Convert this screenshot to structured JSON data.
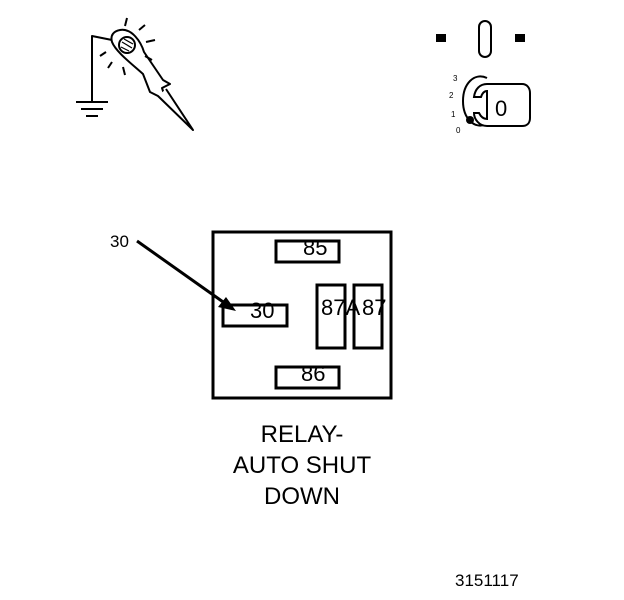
{
  "relay": {
    "terminals": {
      "t85": "85",
      "t30": "30",
      "t87a": "87A",
      "t87": "87",
      "t86": "86"
    },
    "callout_label": "30"
  },
  "ignition_key": {
    "positions": [
      "3",
      "2",
      "1",
      "0"
    ],
    "key_label": "0"
  },
  "caption": {
    "line1": "RELAY-",
    "line2": "AUTO SHUT",
    "line3": "DOWN"
  },
  "figure_number": "3151117",
  "icons": {
    "test_light": "test-light-probe-icon",
    "ignition": "ignition-key-off-icon"
  }
}
